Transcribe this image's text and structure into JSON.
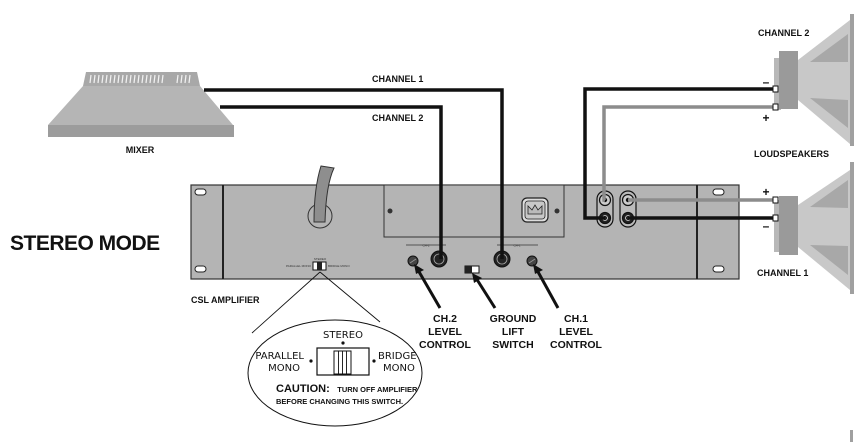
{
  "title": "STEREO MODE",
  "devices": {
    "mixer": "MIXER",
    "amplifier": "CSL AMPLIFIER",
    "loudspeakers": "LOUDSPEAKERS"
  },
  "cables": {
    "channel_1": "CHANNEL 1",
    "channel_2": "CHANNEL 2"
  },
  "speakers": [
    {
      "label": "CHANNEL 2",
      "top_sign": "–",
      "bottom_sign": "+"
    },
    {
      "label": "CHANNEL 1",
      "top_sign": "+",
      "bottom_sign": "–"
    }
  ],
  "panel": {
    "ch2_marker": "CH-2",
    "ch1_marker": "CH-1",
    "switch_small_top": "STEREO",
    "switch_small_left": "PARALLEL MONO",
    "switch_small_right": "BRIDGE MONO"
  },
  "callouts": {
    "ch2_level": [
      "CH.2",
      "LEVEL",
      "CONTROL"
    ],
    "ground_lift": [
      "GROUND",
      "LIFT",
      "SWITCH"
    ],
    "ch1_level": [
      "CH.1",
      "LEVEL",
      "CONTROL"
    ]
  },
  "inset": {
    "top": "STEREO",
    "left": [
      "PARALLEL",
      "MONO"
    ],
    "right": [
      "BRIDGE",
      "MONO"
    ],
    "caution_label": "CAUTION:",
    "caution_line1": "TURN OFF AMPLIFIER",
    "caution_line2": "BEFORE CHANGING THIS SWITCH."
  },
  "colors": {
    "panel": "#b4b4b4",
    "cable_black": "#111111",
    "cable_gray": "#8c8c8c",
    "speaker_light": "#c8c8c8",
    "speaker_dark": "#9a9a9a"
  }
}
